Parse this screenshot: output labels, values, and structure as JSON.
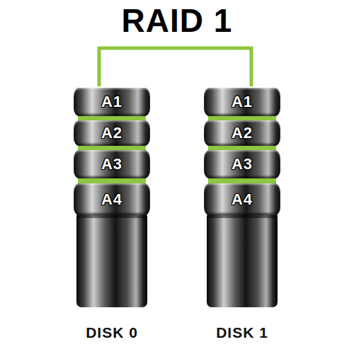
{
  "diagram": {
    "title": "RAID 1",
    "nodes": [
      {
        "text": [
          "DISK 0"
        ]
      },
      {
        "text": [
          "A1"
        ],
        "in": 0
      },
      {
        "text": [
          "A2"
        ],
        "in": 0
      },
      {
        "text": [
          "A3"
        ],
        "in": 0
      },
      {
        "text": [
          "A4"
        ],
        "in": 0
      },
      {
        "text": [
          "DISK 1"
        ]
      },
      {
        "text": [
          "A1"
        ],
        "in": 5
      },
      {
        "text": [
          "A2"
        ],
        "in": 5
      },
      {
        "text": [
          "A3"
        ],
        "in": 5
      },
      {
        "text": [
          "A4"
        ],
        "in": 5
      }
    ],
    "edges": [
      {
        "from": 0,
        "to": 5,
        "arrow": "none"
      }
    ]
  }
}
